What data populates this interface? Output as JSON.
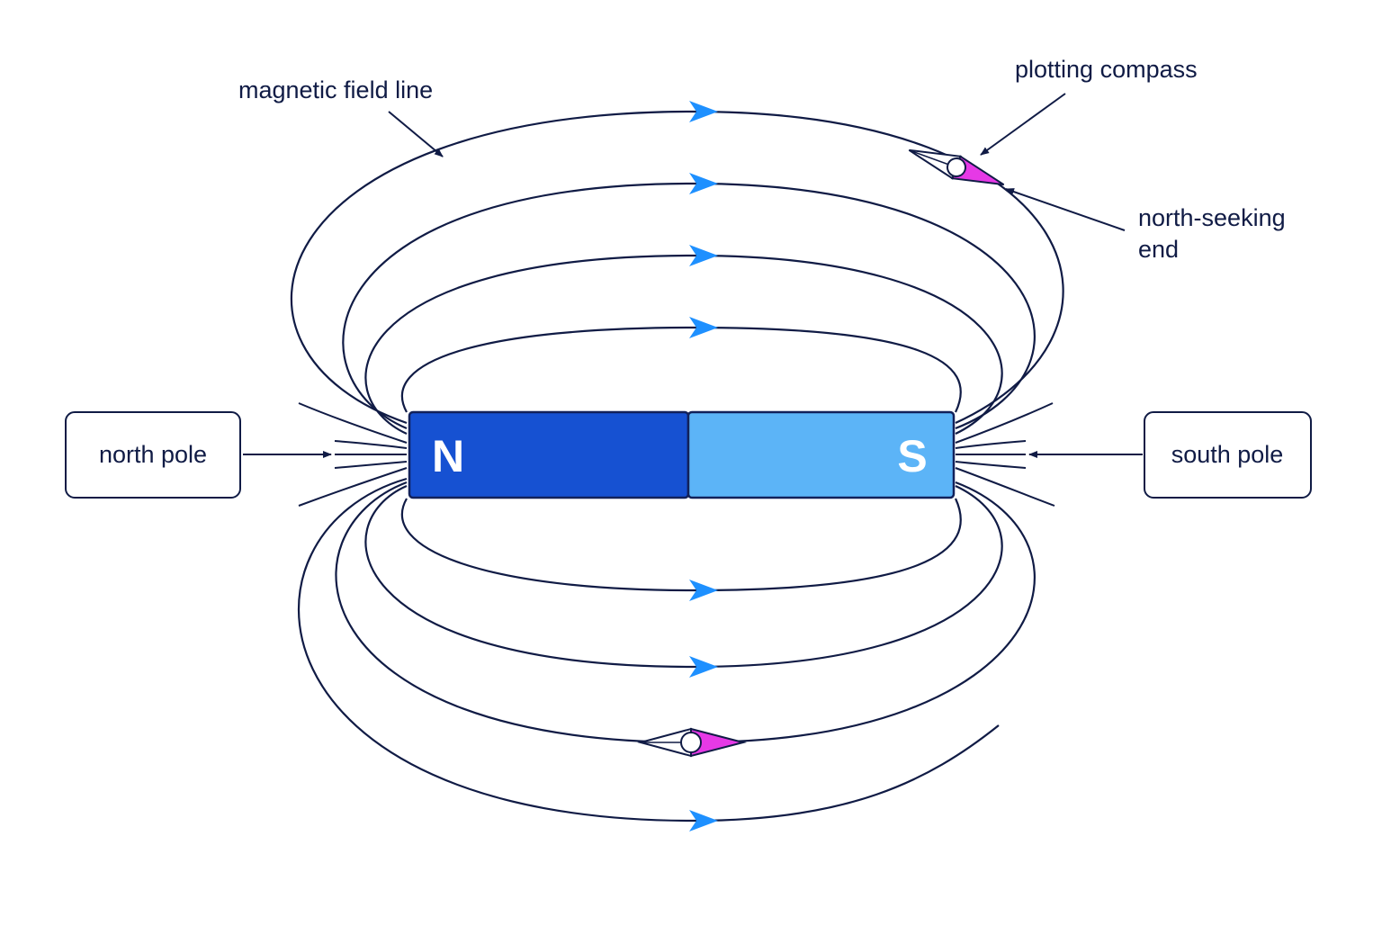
{
  "labels": {
    "field_line": "magnetic field line",
    "plotting_compass": "plotting compass",
    "north_seeking_line1": "north-seeking",
    "north_seeking_line2": "end",
    "north_pole": "north pole",
    "south_pole": "south pole"
  },
  "magnet": {
    "north_letter": "N",
    "south_letter": "S"
  },
  "colors": {
    "line": "#101b45",
    "arrow": "#1e90ff",
    "north_fill": "#1651d2",
    "south_fill": "#5cb4f7",
    "magnet_border": "#12215a",
    "needle_north": "#e639e6",
    "background": "#ffffff"
  }
}
